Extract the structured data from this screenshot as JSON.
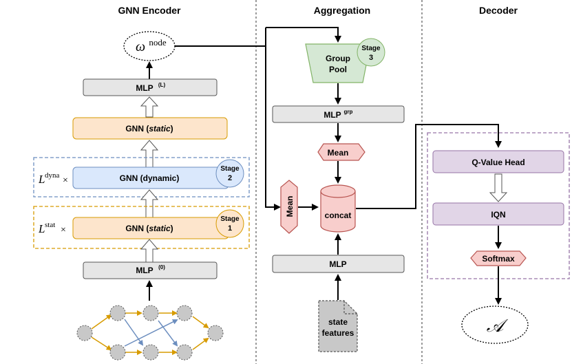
{
  "sections": {
    "encoder_title": "GNN Encoder",
    "aggregation_title": "Aggregation",
    "decoder_title": "Decoder"
  },
  "encoder": {
    "omega_symbol": "ω",
    "omega_sup": "node",
    "mlp_L_label": "MLP",
    "mlp_L_sup": "(L)",
    "gnn_static_top_label": "GNN (",
    "gnn_static_top_italic": "static",
    "gnn_static_top_close": ")",
    "gnn_dynamic_label": "GNN (dynamic)",
    "stage2_line1": "Stage",
    "stage2_line2": "2",
    "l_dyna_symbol": "L",
    "l_dyna_sup": "dyna",
    "l_dyna_times": "×",
    "gnn_static_bottom_label": "GNN (",
    "gnn_static_bottom_italic": "static",
    "gnn_static_bottom_close": ")",
    "stage1_line1": "Stage",
    "stage1_line2": "1",
    "l_stat_symbol": "L",
    "l_stat_sup": "stat",
    "l_stat_times": "×",
    "mlp_0_label": "MLP",
    "mlp_0_sup": "(0)"
  },
  "aggregation": {
    "group_pool_line1": "Group",
    "group_pool_line2": "Pool",
    "stage3_line1": "Stage",
    "stage3_line2": "3",
    "mlp_grp_label": "MLP",
    "mlp_grp_sup": "grp",
    "mean_top_label": "Mean",
    "mean_side_label": "Mean",
    "concat_label": "concat",
    "mlp_label": "MLP",
    "state_line1": "state",
    "state_line2": "features"
  },
  "decoder": {
    "qvalue_label": "Q-Value Head",
    "iqn_label": "IQN",
    "softmax_label": "Softmax",
    "action_symbol": "𝒜"
  },
  "colors": {
    "orange_fill": "#fde5cc",
    "orange_stroke": "#d79b00",
    "blue_fill": "#dae8fc",
    "blue_stroke": "#6c8ebf",
    "gray_fill": "#e6e6e6",
    "gray_stroke": "#555555",
    "green_fill": "#d5e8d4",
    "green_stroke": "#82b366",
    "red_fill": "#f8cecc",
    "red_stroke": "#b85450",
    "purple_fill": "#e1d5e7",
    "purple_stroke": "#9673a6",
    "stage_fill": "#d5e8d4",
    "stage_stroke": "#82b366",
    "graph_orange": "#d79b00",
    "graph_blue": "#6c8ebf"
  }
}
